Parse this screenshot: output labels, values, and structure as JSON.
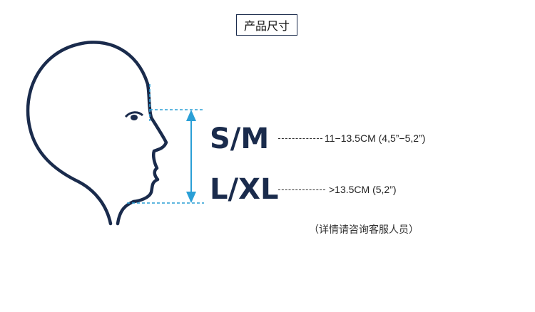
{
  "title": "产品尺寸",
  "sizes": [
    {
      "label": "S/M",
      "measure": "11−13.5CM (4,5”−5,2”)"
    },
    {
      "label": "L/XL",
      "measure": ">13.5CM (5,2”)"
    }
  ],
  "note": "（详情请咨询客服人员）",
  "colors": {
    "outline": "#1a2b4c",
    "guide": "#2a9fd6"
  }
}
